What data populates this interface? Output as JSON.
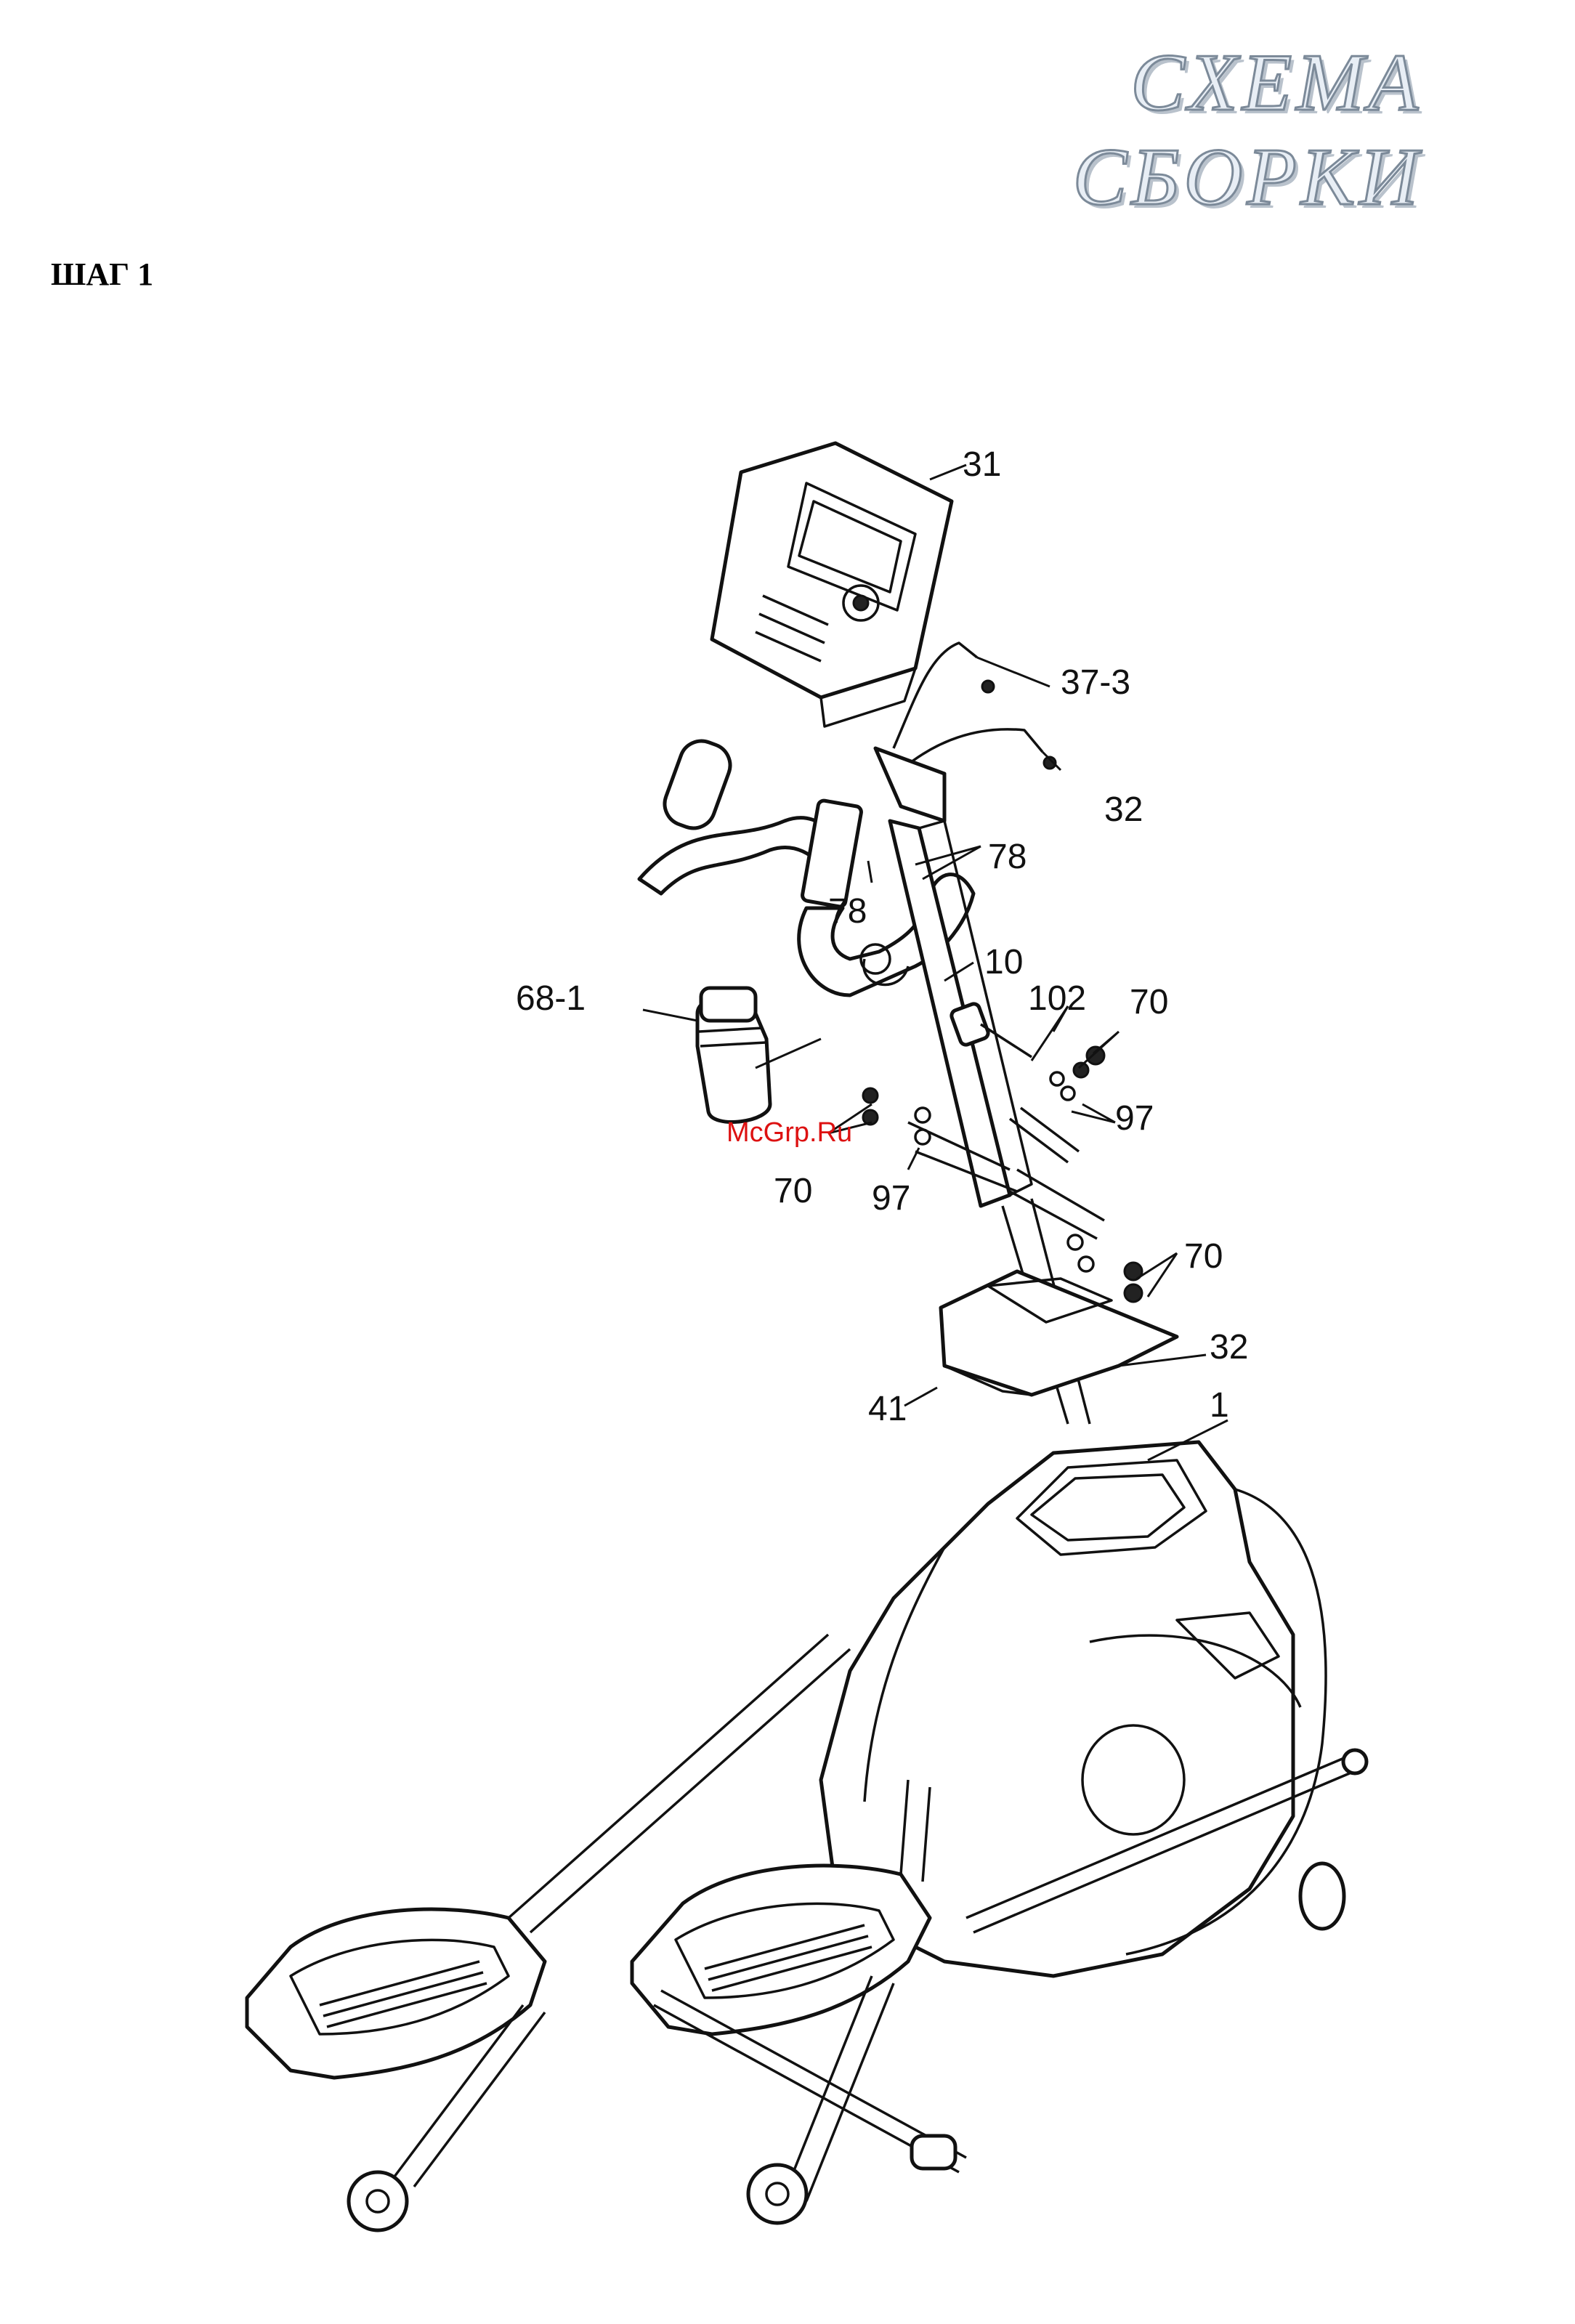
{
  "header": {
    "title_line1": "СХЕМА",
    "title_line2": "СБОРКИ",
    "step": "ШАГ 1"
  },
  "watermark": "McGrp.Ru",
  "callouts": [
    {
      "id": "31",
      "text": "31"
    },
    {
      "id": "37-3",
      "text": "37-3"
    },
    {
      "id": "32-top",
      "text": "32"
    },
    {
      "id": "78-right",
      "text": "78"
    },
    {
      "id": "78-left",
      "text": "78"
    },
    {
      "id": "10",
      "text": "10"
    },
    {
      "id": "102",
      "text": "102"
    },
    {
      "id": "70-top",
      "text": "70"
    },
    {
      "id": "68-1",
      "text": "68-1"
    },
    {
      "id": "97-right",
      "text": "97"
    },
    {
      "id": "70-left",
      "text": "70"
    },
    {
      "id": "97-left",
      "text": "97"
    },
    {
      "id": "70-bottom",
      "text": "70"
    },
    {
      "id": "32-bottom",
      "text": "32"
    },
    {
      "id": "41",
      "text": "41"
    },
    {
      "id": "1",
      "text": "1"
    }
  ]
}
